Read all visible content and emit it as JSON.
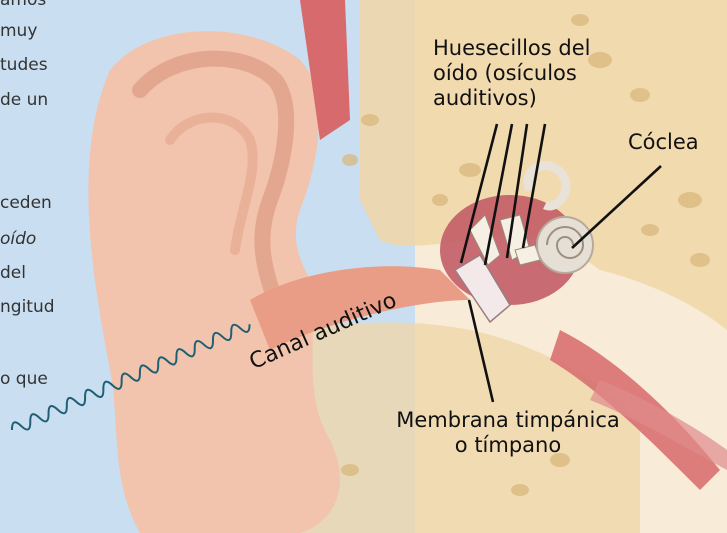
{
  "left_text_fragments": [
    {
      "text": "amos",
      "style": "normal"
    },
    {
      "text": "muy",
      "style": "normal"
    },
    {
      "text": "tudes",
      "style": "normal"
    },
    {
      "text": "de un",
      "style": "normal"
    },
    {
      "text": "ceden",
      "style": "normal"
    },
    {
      "text": "oído",
      "style": "italic"
    },
    {
      "text": "del",
      "style": "normal"
    },
    {
      "text": "ngitud",
      "style": "normal"
    },
    {
      "text": "o que",
      "style": "normal"
    }
  ],
  "labels": {
    "ossicles_line1": "Huesecillos del",
    "ossicles_line2": "oído (osículos",
    "ossicles_line3": "auditivos)",
    "cochlea": "Cóclea",
    "ear_canal": "Canal auditivo",
    "eardrum_line1": "Membrana timpánica",
    "eardrum_line2": "o tímpano"
  },
  "colors": {
    "panel_blue": "#c9def0",
    "panel_beige": "#f6e7cf",
    "skin": "#f2c4ad",
    "skin_dark": "#d9957c",
    "bone": "#e8cf94",
    "muscle": "#d76a6c",
    "sound_wave": "#1f5f73",
    "label_line": "#111111"
  },
  "icons": [
    "sound-wave-icon"
  ]
}
